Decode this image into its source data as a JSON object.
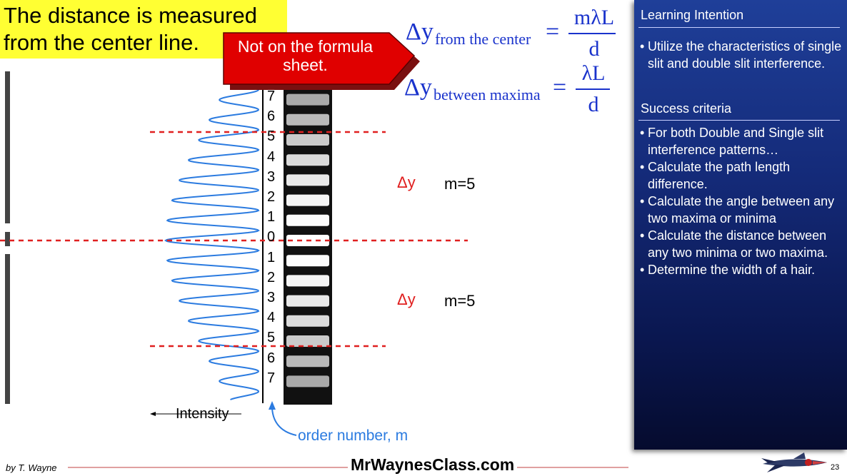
{
  "slide": {
    "title": "The distance is measured\nfrom the center line.",
    "callout": "Not on the formula sheet.",
    "formulas": {
      "center_lhs": "Δy",
      "center_sub": "from the center",
      "center_num": "mλL",
      "center_den": "d",
      "between_lhs": "Δy",
      "between_sub": "between maxima",
      "between_num": "λL",
      "between_den": "d",
      "equals": "="
    },
    "order_numbers": [
      "7",
      "6",
      "5",
      "4",
      "3",
      "2",
      "1",
      "0",
      "1",
      "2",
      "3",
      "4",
      "5",
      "6",
      "7"
    ],
    "upper_dy": "Δy",
    "upper_m": "m=5",
    "lower_dy": "Δy",
    "lower_m": "m=5",
    "intensity_label": "Intensity",
    "order_number_label": "order number, m",
    "footer_author": "by T. Wayne",
    "footer_site": "MrWaynesClass.com",
    "page_number": "23"
  },
  "panel": {
    "learning_heading": "Learning Intention",
    "learning_items": [
      "Utilize the characteristics of single slit and double slit interference."
    ],
    "success_heading": "Success criteria",
    "success_items": [
      "For both Double and Single slit interference patterns…",
      "Calculate the path length difference.",
      "Calculate the angle between any two maxima or minima",
      "Calculate the distance between any two minima or two maxima.",
      "Determine the width of a hair."
    ]
  },
  "colors": {
    "title_bg": "#ffff33",
    "callout_red": "#e00000",
    "formula_blue": "#1a33cc",
    "dashed_red": "#e02020",
    "wave_blue": "#2b7be0",
    "panel_navy": "#142a78"
  }
}
